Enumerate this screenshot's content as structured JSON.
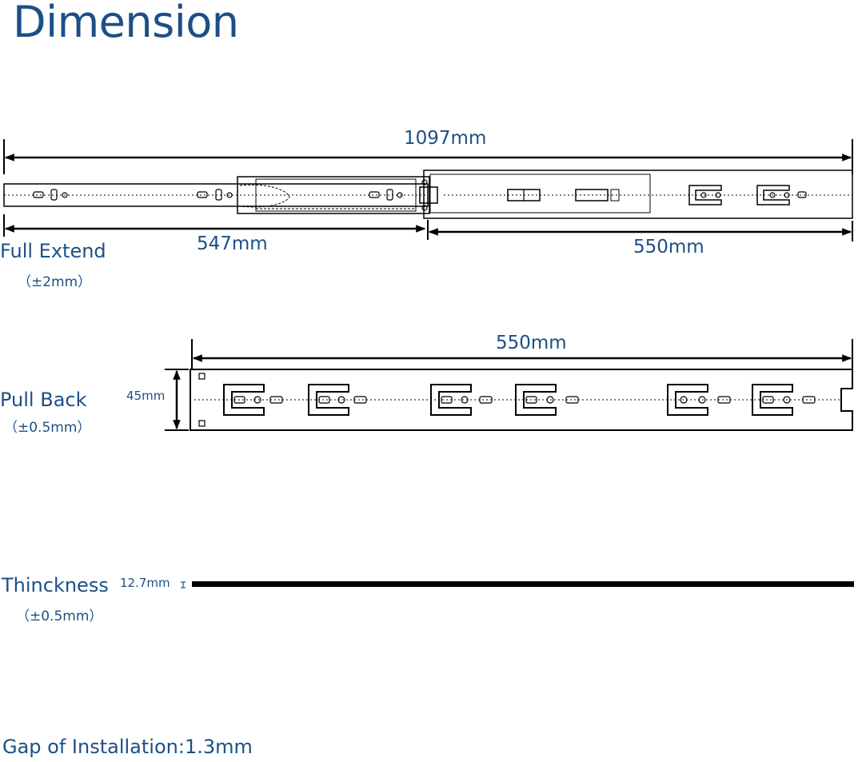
{
  "title": "Dimension",
  "full_extend": {
    "overall": "1097mm",
    "left_segment": "547mm",
    "right_segment": "550mm",
    "label": "Full Extend",
    "tolerance": "（±2mm）"
  },
  "pull_back": {
    "length": "550mm",
    "height": "45mm",
    "label": "Pull Back",
    "tolerance": "（±0.5mm）"
  },
  "thickness": {
    "label": "Thinckness",
    "value": "12.7mm",
    "tolerance": "（±0.5mm）"
  },
  "gap": {
    "text": "Gap of Installation:1.3mm"
  }
}
